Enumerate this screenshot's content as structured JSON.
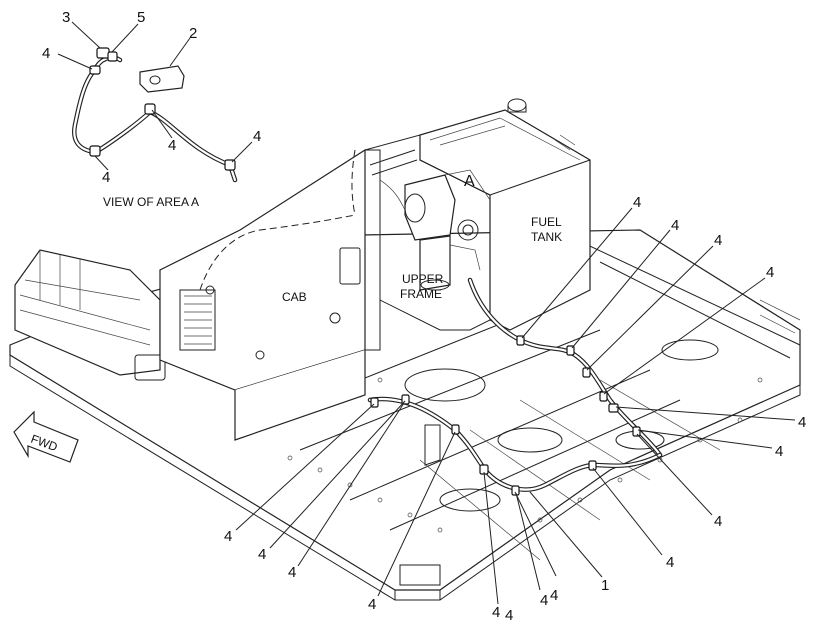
{
  "inset": {
    "caption": "VIEW OF AREA A",
    "callouts": [
      "3",
      "5",
      "2",
      "4",
      "4",
      "4",
      "4"
    ]
  },
  "components": {
    "cab": "CAB",
    "upper_frame_line1": "UPPER",
    "upper_frame_line2": "FRAME",
    "fuel_tank_line1": "FUEL",
    "fuel_tank_line2": "TANK",
    "area_marker": "A"
  },
  "direction": {
    "label": "FWD"
  },
  "callouts": {
    "right": [
      "4",
      "4",
      "4",
      "4",
      "4",
      "4",
      "4",
      "4",
      "4"
    ],
    "bottom": [
      "4",
      "4",
      "4",
      "4",
      "4",
      "4",
      "4",
      "1"
    ]
  }
}
